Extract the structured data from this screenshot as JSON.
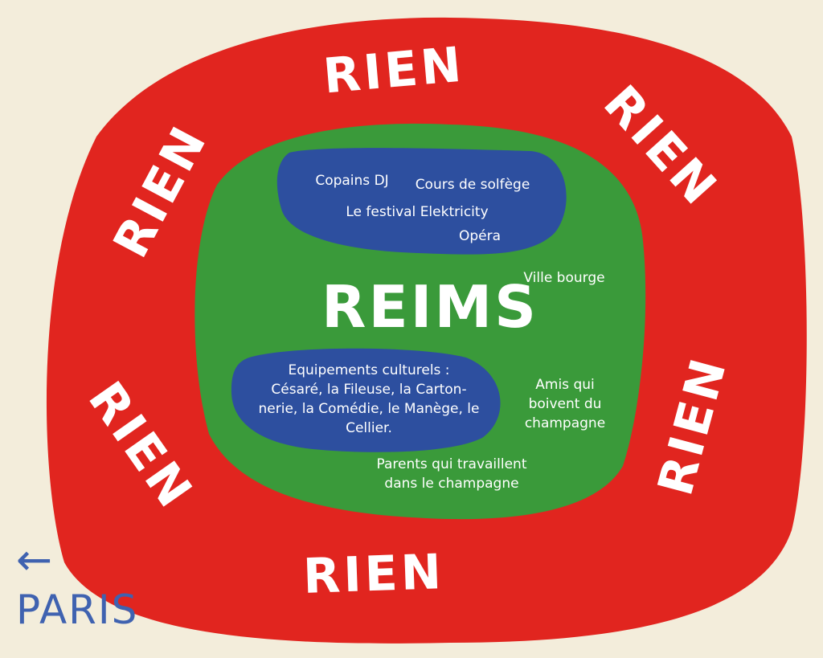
{
  "outer_label": "RIEN",
  "rien_labels": [
    "RIEN",
    "RIEN",
    "RIEN",
    "RIEN",
    "RIEN",
    "RIEN"
  ],
  "center_label": "REIMS",
  "top_blob": {
    "items": [
      "Copains DJ",
      "Cours de solfège",
      "Le festival Elektricity",
      "Opéra"
    ]
  },
  "bottom_blob": {
    "lines": [
      "Equipements culturels :",
      "Césaré, la Fileuse, la Carton-",
      "nerie, la Comédie, le Manège, le",
      "Cellier."
    ]
  },
  "green_notes": {
    "ville": "Ville bourge",
    "amis": [
      "Amis qui",
      "boivent du",
      "champagne"
    ],
    "parents": [
      "Parents qui travaillent",
      "dans le champagne"
    ]
  },
  "direction": {
    "arrow": "←",
    "label": "PARIS"
  },
  "colors": {
    "background": "#f3eddb",
    "red": "#e1251f",
    "green": "#3a9a3a",
    "blue": "#2d4f9f",
    "paris": "#3f62b0"
  }
}
